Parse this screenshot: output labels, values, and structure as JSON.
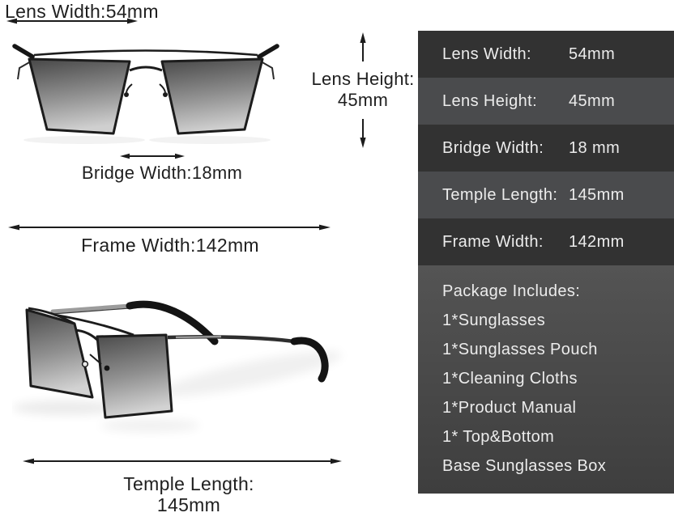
{
  "colors": {
    "panel_row_dark": "#323232",
    "panel_row_light": "#4a4b4d",
    "panel_package_bg": "#4f4f4f",
    "panel_text": "#ececec",
    "annotation_text": "#1f1f1f",
    "arrow": "#1c1c1c"
  },
  "annotations": {
    "lens_width": "Lens Width:54mm",
    "lens_height_line1": "Lens Height:",
    "lens_height_line2": "45mm",
    "bridge_width": "Bridge Width:18mm",
    "frame_width": "Frame Width:142mm",
    "temple_length_line1": "Temple Length:",
    "temple_length_line2": "145mm"
  },
  "spec_panel": {
    "rows": [
      {
        "label": "Lens Width:",
        "value": "54mm"
      },
      {
        "label": "Lens Height:",
        "value": "45mm"
      },
      {
        "label": "Bridge Width:",
        "value": "18 mm"
      },
      {
        "label": "Temple Length:",
        "value": "145mm"
      },
      {
        "label": "Frame Width:",
        "value": "142mm"
      }
    ],
    "package_title": "Package Includes:",
    "package_items": [
      "1*Sunglasses",
      "1*Sunglasses Pouch",
      "1*Cleaning Cloths",
      "1*Product Manual",
      "1* Top&Bottom",
      "Base Sunglasses Box"
    ]
  }
}
